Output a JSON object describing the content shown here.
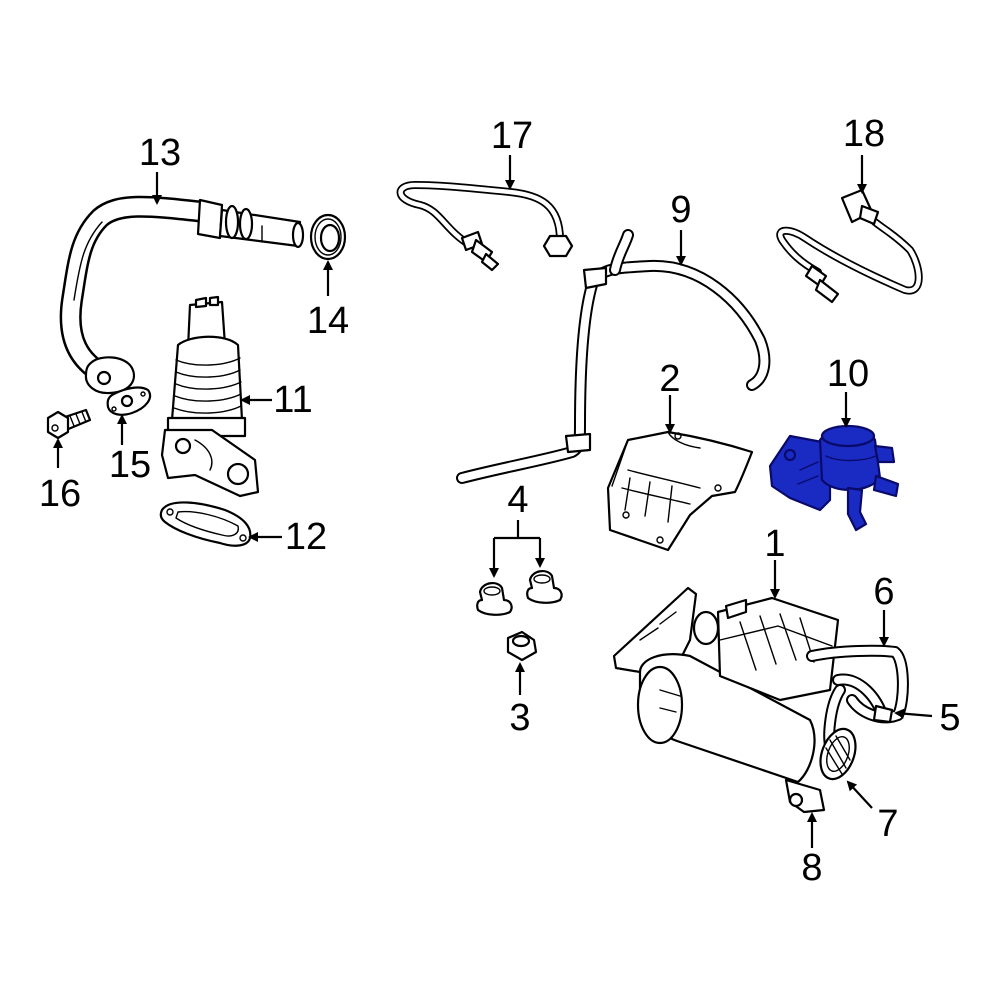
{
  "callouts": [
    {
      "id": "c1",
      "label": "1"
    },
    {
      "id": "c2",
      "label": "2"
    },
    {
      "id": "c3",
      "label": "3"
    },
    {
      "id": "c4",
      "label": "4"
    },
    {
      "id": "c5",
      "label": "5"
    },
    {
      "id": "c6",
      "label": "6"
    },
    {
      "id": "c7",
      "label": "7"
    },
    {
      "id": "c8",
      "label": "8"
    },
    {
      "id": "c9",
      "label": "9"
    },
    {
      "id": "c10",
      "label": "10"
    },
    {
      "id": "c11",
      "label": "11"
    },
    {
      "id": "c12",
      "label": "12"
    },
    {
      "id": "c13",
      "label": "13"
    },
    {
      "id": "c14",
      "label": "14"
    },
    {
      "id": "c15",
      "label": "15"
    },
    {
      "id": "c16",
      "label": "16"
    },
    {
      "id": "c17",
      "label": "17"
    },
    {
      "id": "c18",
      "label": "18"
    }
  ],
  "colors": {
    "highlight": "#1a2bc4",
    "line": "#000000",
    "background": "#ffffff"
  }
}
